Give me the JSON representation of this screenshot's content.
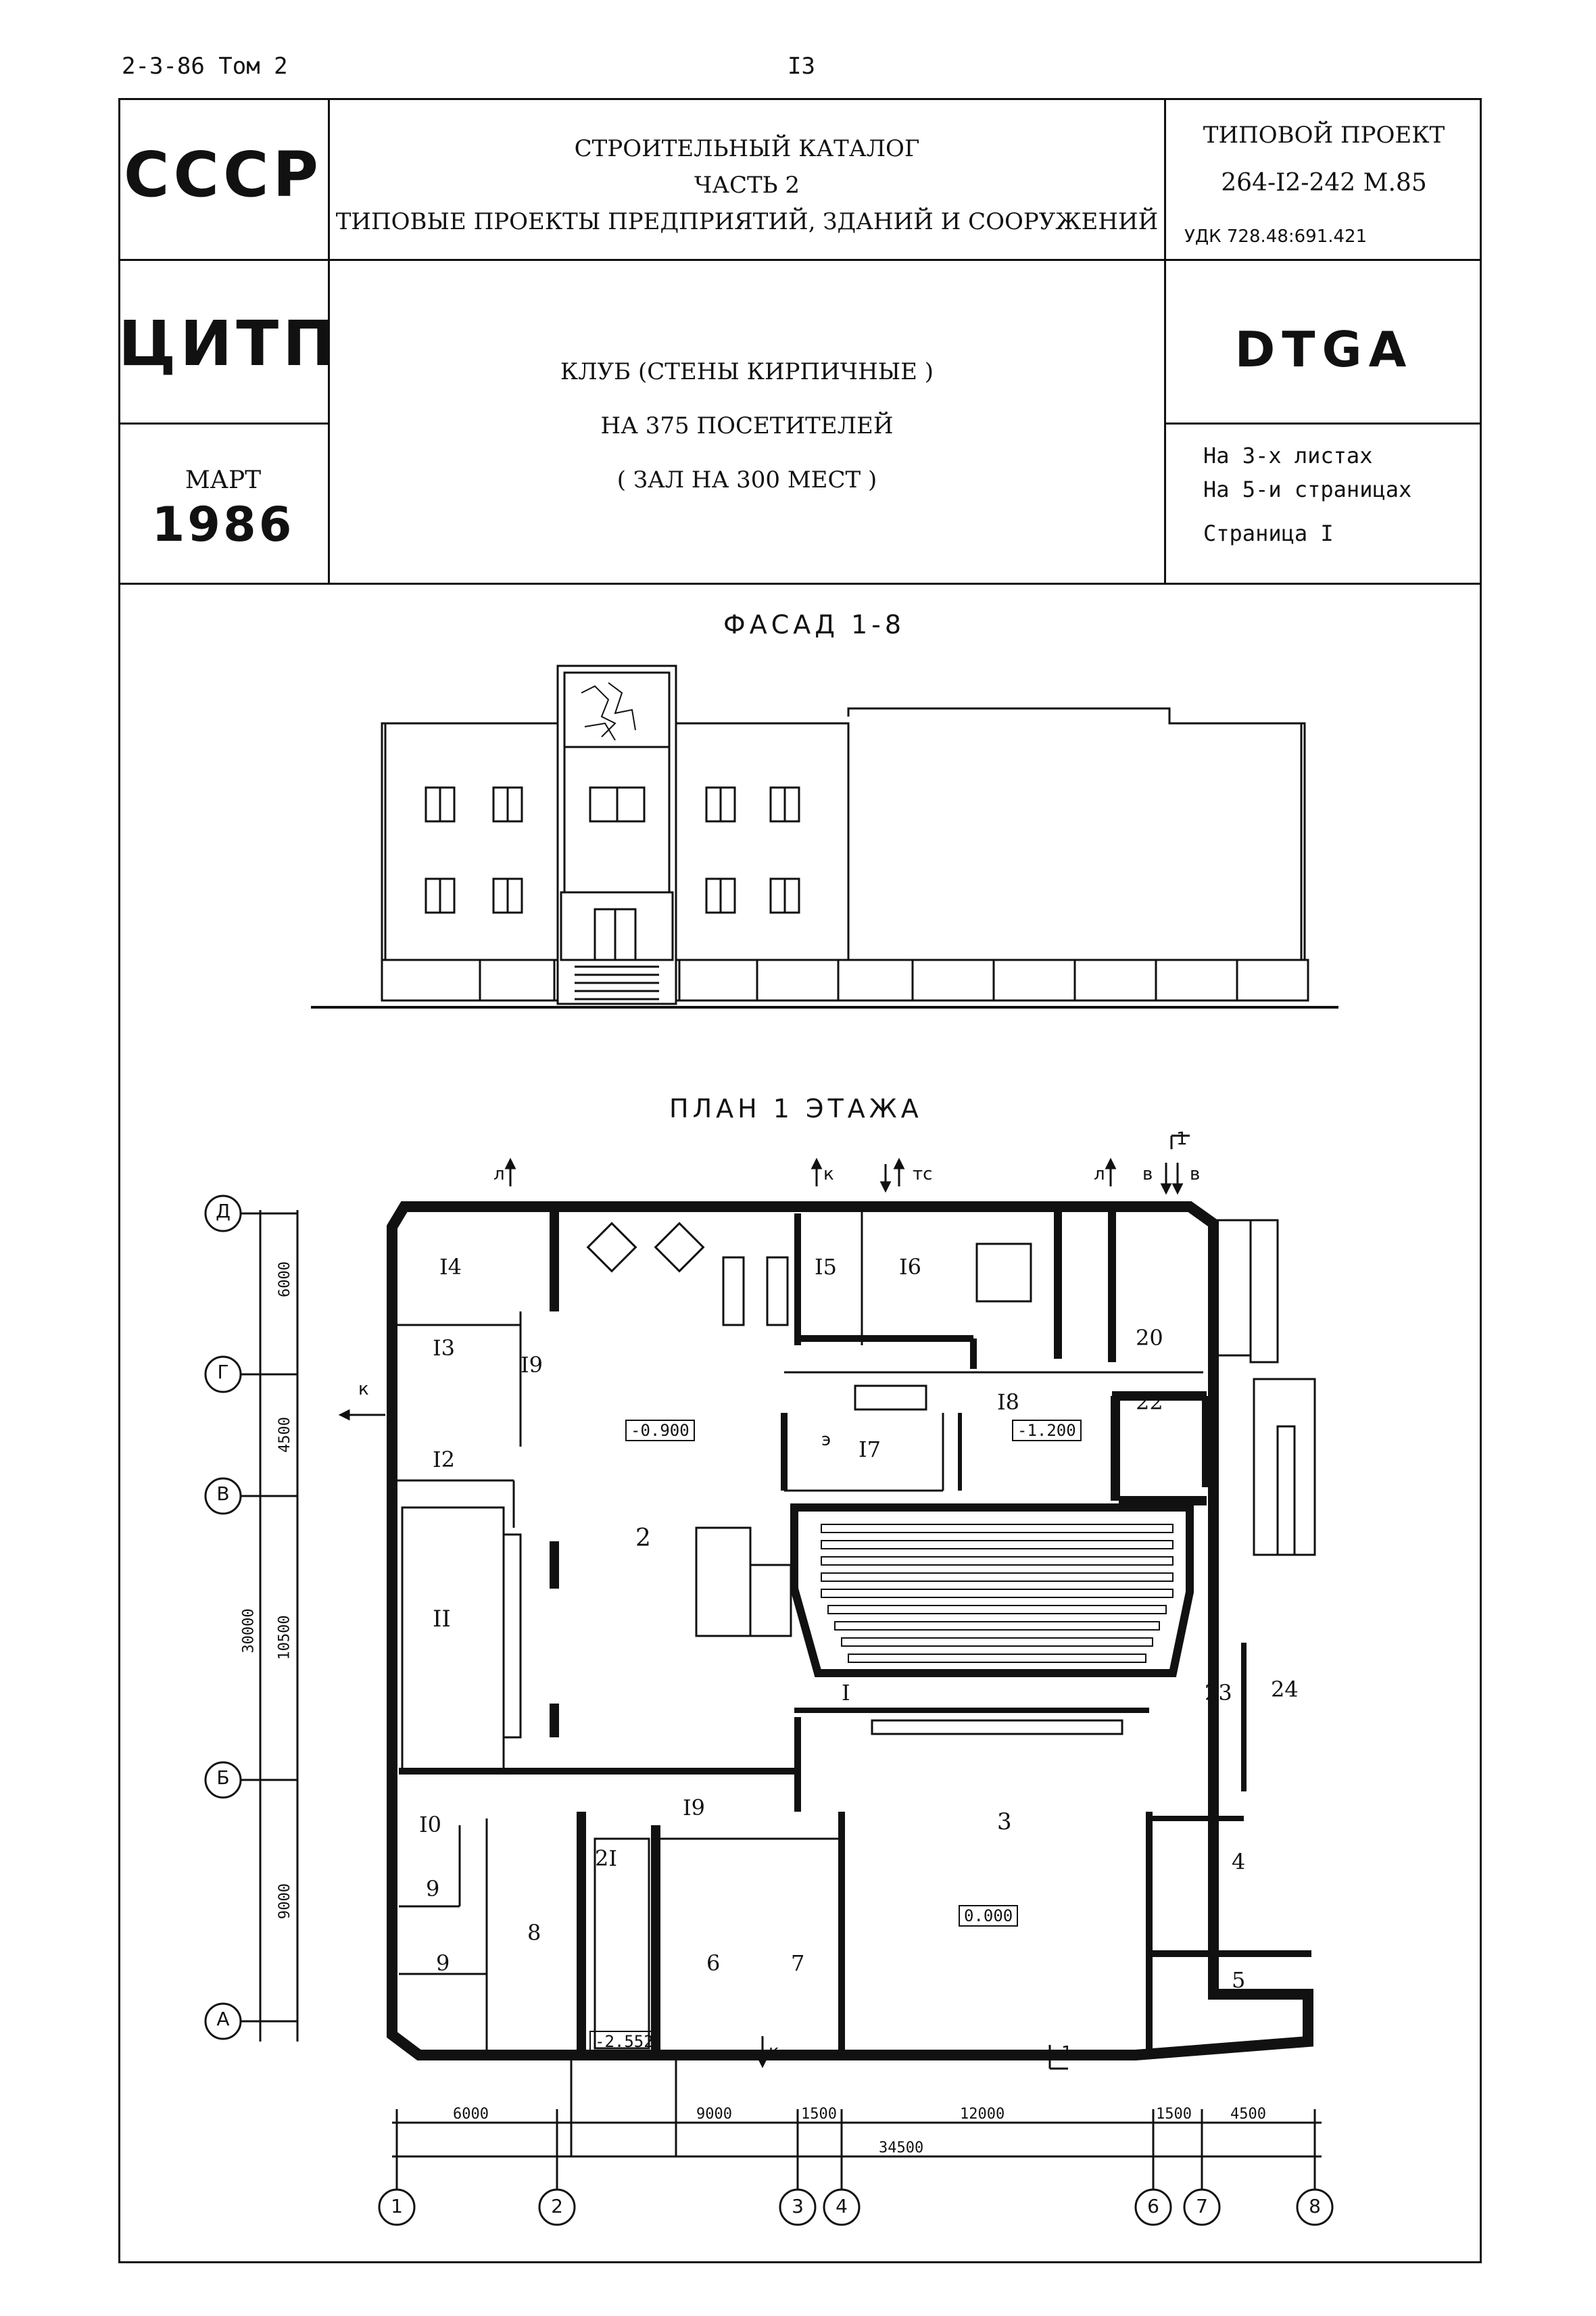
{
  "top_left": "2-3-86 Том 2",
  "page_number": "I3",
  "header": {
    "country": "СССР",
    "org": "ЦИТП",
    "month": "МАРТ",
    "year": "1986",
    "catalog_lines": [
      "СТРОИТЕЛЬНЫЙ  КАТАЛОГ",
      "ЧАСТЬ  2",
      "ТИПОВЫЕ ПРОЕКТЫ ПРЕДПРИЯТИЙ, ЗДАНИЙ  И  СООРУЖЕНИЙ"
    ],
    "project_label": "ТИПОВОЙ ПРОЕКТ",
    "project_number": "264-I2-242 М.85",
    "udk": "УДК 728.48:691.421",
    "project_title_lines": [
      "КЛУБ  (СТЕНЫ  КИРПИЧНЫЕ )",
      "НА  375  ПОСЕТИТЕЛЕЙ",
      "( ЗАЛ НА  300 МЕСТ )"
    ],
    "code": "DTGA",
    "sheets_lines": [
      "На 3-х листах",
      "На 5-и страницах",
      "Страница I"
    ]
  },
  "facade": {
    "title": "ФАСАД  1-8"
  },
  "plan": {
    "title": "ПЛАН  1  ЭТАЖА",
    "row_axes": [
      "Д",
      "Г",
      "В",
      "Б",
      "А"
    ],
    "row_dims": [
      "6000",
      "4500",
      "10500",
      "9000"
    ],
    "total_dim": "30000",
    "col_axes": [
      "1",
      "2",
      "3",
      "4",
      "6",
      "7",
      "8"
    ],
    "col_dims": [
      "6000",
      "9000",
      "1500",
      "12000",
      "1500",
      "4500"
    ],
    "total_width": "34500",
    "rooms": [
      "I4",
      "I3",
      "I2",
      "II",
      "I0",
      "9",
      "9",
      "8",
      "2I",
      "6",
      "7",
      "I9",
      "I9",
      "2",
      "I5",
      "I6",
      "20",
      "22",
      "I8",
      "I7",
      "I",
      "23",
      "24",
      "3",
      "4",
      "5"
    ],
    "levels": [
      "-0.900",
      "-1.200",
      "0.000",
      "-2.552"
    ],
    "markers": [
      "л",
      "к",
      "тс",
      "л",
      "в",
      "в",
      "к",
      "к",
      "э",
      "1",
      "1"
    ]
  }
}
